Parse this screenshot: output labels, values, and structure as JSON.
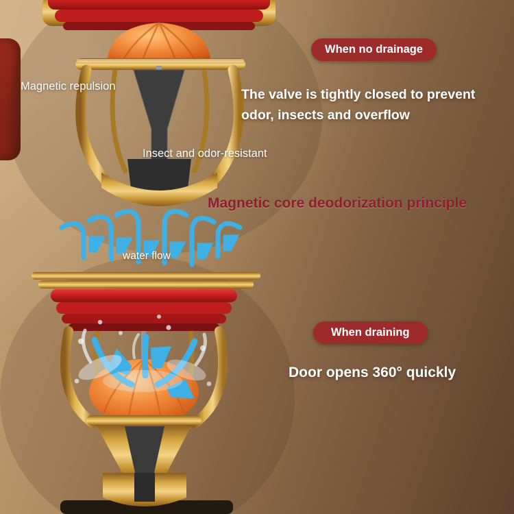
{
  "page": {
    "title": "Magnetic core deodorization principle"
  },
  "closed_state": {
    "badge": "When no drainage",
    "magnetic_label": "Magnetic repulsion",
    "description": "The valve is tightly closed to prevent\nodor, insects and overflow",
    "insect_label": "Insect and odor-resistant"
  },
  "water_flow": {
    "label": "water flow"
  },
  "open_state": {
    "badge": "When draining",
    "description": "Door opens 360° quickly"
  },
  "colors": {
    "badge_bg": "#9d2b2b",
    "heading_text": "#8c1f2e",
    "body_text": "#ffffff",
    "gold": "#d9a843",
    "gasket_red": "#c31d1d",
    "magnetic_core_orange": "#f18a3b",
    "arrow_blue": "#3fb0e6",
    "background_top": "#c8a87e",
    "background_bottom": "#5b412d",
    "side_shape_red": "#8e2518"
  }
}
